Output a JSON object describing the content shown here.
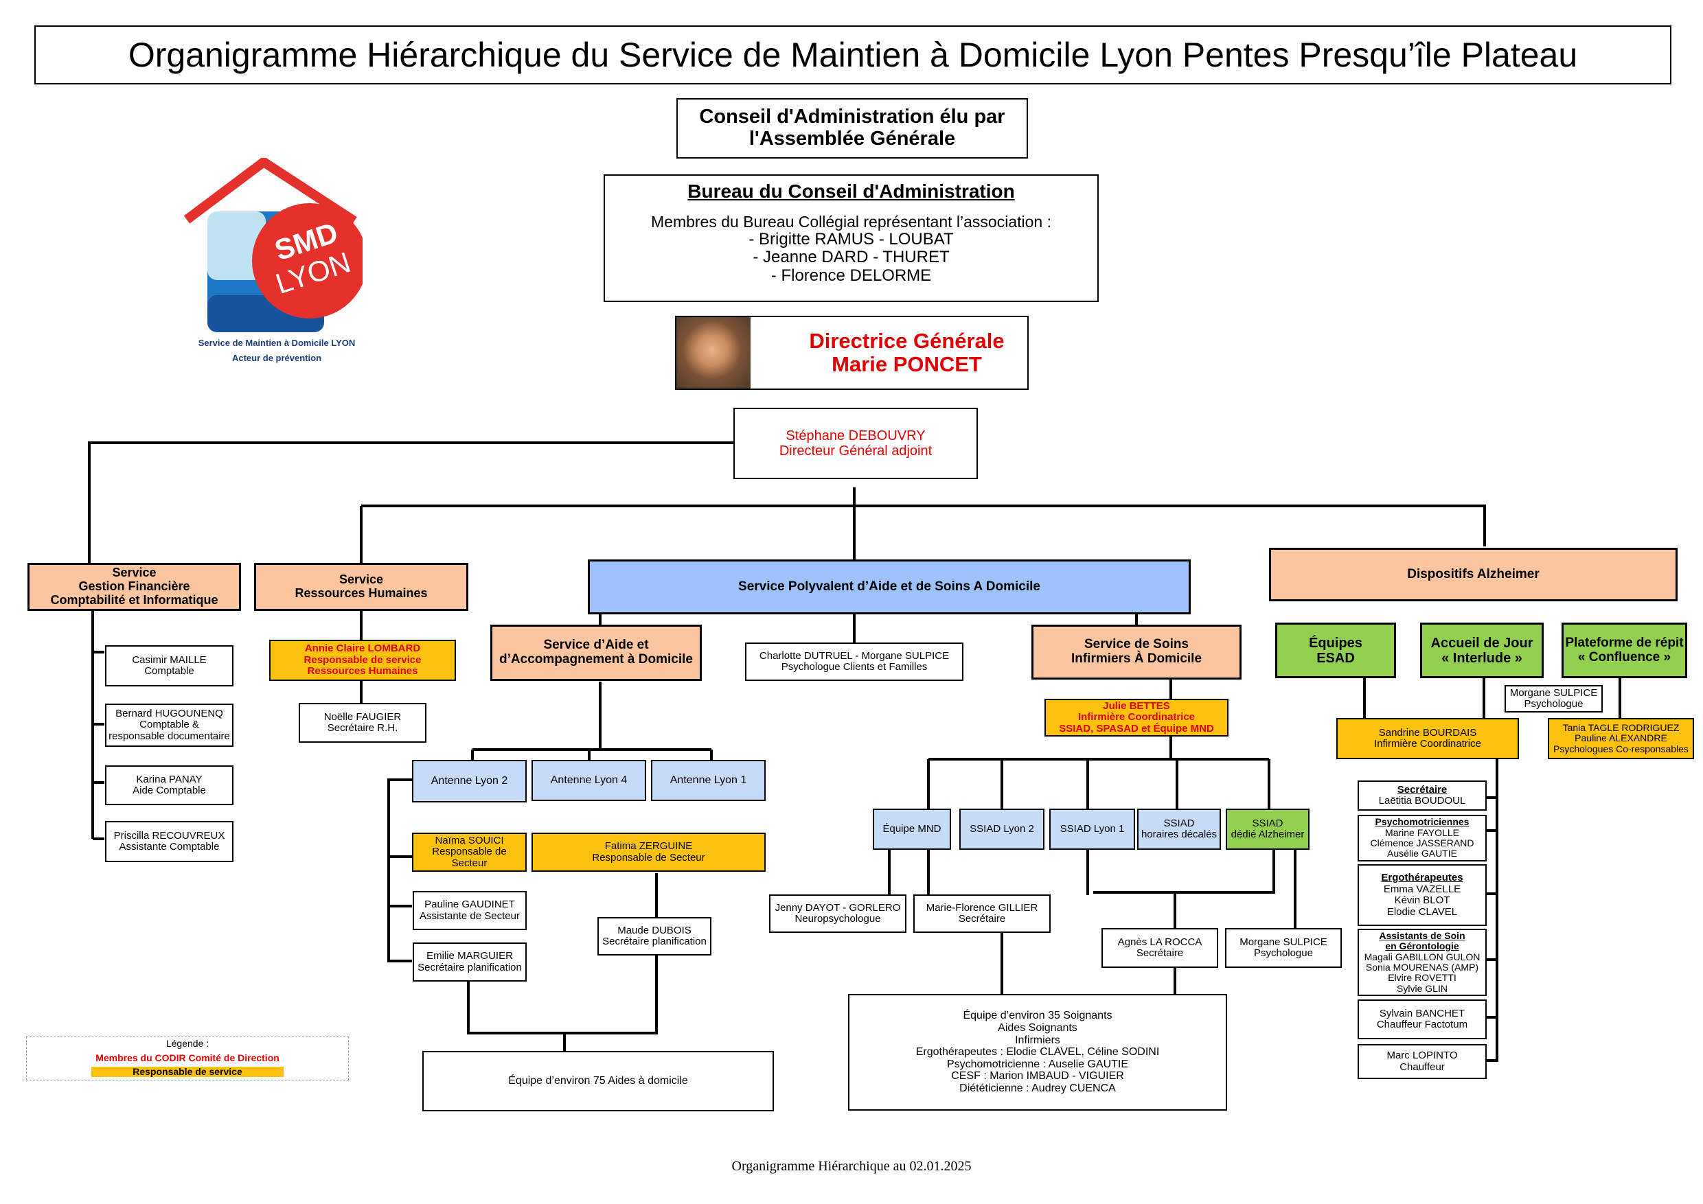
{
  "title": "Organigramme Hiérarchique du Service de Maintien à Domicile Lyon Pentes Presqu’île Plateau",
  "logo": {
    "mark": "SMD",
    "city": "LYON",
    "line1": "Service de Maintien à Domicile LYON",
    "line2": "Acteur de prévention"
  },
  "conseil": {
    "line1": "Conseil d'Administration élu par",
    "line2": "l'Assemblée Générale"
  },
  "bureau": {
    "title": "Bureau du Conseil d'Administration",
    "intro": "Membres du Bureau Collégial représentant l’association :",
    "members": [
      "- Brigitte RAMUS - LOUBAT",
      "- Jeanne DARD - THURET",
      "- Florence DELORME"
    ]
  },
  "dg": {
    "role": "Directrice Générale",
    "name": "Marie PONCET"
  },
  "dga": {
    "name": "Stéphane DEBOUVRY",
    "role": "Directeur Général adjoint"
  },
  "gestion": {
    "title": [
      "Service",
      "Gestion Financière",
      "Comptabilité et Informatique"
    ],
    "staff": [
      [
        "Casimir MAILLE",
        "Comptable"
      ],
      [
        "Bernard HUGOUNENQ",
        "Comptable &",
        "responsable documentaire"
      ],
      [
        "Karina PANAY",
        "Aide Comptable"
      ],
      [
        "Priscilla RECOUVREUX",
        "Assistante Comptable"
      ]
    ]
  },
  "rh": {
    "title": [
      "Service",
      "Ressources Humaines"
    ],
    "head": [
      "Annie Claire LOMBARD",
      "Responsable de service",
      "Ressources Humaines"
    ],
    "staff": [
      "Noëlle FAUGIER",
      "Secrétaire R.H."
    ]
  },
  "spasad": {
    "title": "Service Polyvalent d’Aide et de Soins A Domicile",
    "psy": [
      "Charlotte DUTRUEL - Morgane SULPICE",
      "Psychologue Clients et Familles"
    ]
  },
  "saad": {
    "title": [
      "Service d’Aide et",
      "d’Accompagnement à Domicile"
    ],
    "antennes": [
      "Antenne  Lyon 2",
      "Antenne  Lyon 4",
      "Antenne  Lyon 1"
    ],
    "naima": [
      "Naïma SOUICI",
      "Responsable de Secteur"
    ],
    "fatima": [
      "Fatima ZERGUINE",
      "Responsable de Secteur"
    ],
    "pauline": [
      "Pauline GAUDINET",
      "Assistante de Secteur"
    ],
    "emilie": [
      "Emilie MARGUIER",
      "Secrétaire planification"
    ],
    "maude": [
      "Maude DUBOIS",
      "Secrétaire planification"
    ],
    "equipe": "Équipe d’environ 75 Aides à domicile"
  },
  "ssiad": {
    "title": [
      "Service de Soins",
      "Infirmiers À Domicile"
    ],
    "head": [
      "Julie BETTES",
      "Infirmière Coordinatrice",
      "SSIAD, SPASAD et Équipe MND"
    ],
    "units": [
      [
        "Équipe MND"
      ],
      [
        "SSIAD Lyon 2"
      ],
      [
        "SSIAD Lyon 1"
      ],
      [
        "SSIAD",
        "horaires décalés"
      ],
      [
        "SSIAD",
        "dédié Alzheimer"
      ]
    ],
    "jenny": [
      "Jenny DAYOT - GORLERO",
      "Neuropsychologue"
    ],
    "mf": [
      "Marie-Florence GILLIER",
      "Secrétaire"
    ],
    "agnes": [
      "Agnès LA ROCCA",
      "Secrétaire"
    ],
    "morgane": [
      "Morgane SULPICE",
      "Psychologue"
    ],
    "equipe": [
      "Équipe d’environ 35 Soignants",
      "Aides Soignants",
      "Infirmiers",
      "Ergothérapeutes : Elodie CLAVEL, Céline SODINI",
      "Psychomotricienne : Auselie GAUTIE",
      "CESF : Marion IMBAUD - VIGUIER",
      "Diététicienne : Audrey CUENCA"
    ]
  },
  "alz": {
    "title": "Dispositifs Alzheimer",
    "esad": [
      "Équipes",
      "ESAD"
    ],
    "accueil": [
      "Accueil de Jour",
      "« Interlude »"
    ],
    "plateforme": [
      "Plateforme de répit",
      "« Confluence »"
    ],
    "morgane": [
      "Morgane SULPICE",
      "Psychologue"
    ],
    "sandrine": [
      "Sandrine BOURDAIS",
      "Infirmière Coordinatrice"
    ],
    "tania": [
      "Tania TAGLE RODRIGUEZ",
      "Pauline ALEXANDRE",
      "Psychologues Co-responsables"
    ],
    "staff": [
      {
        "head": "Secrétaire",
        "names": [
          "Laëtitia BOUDOUL"
        ]
      },
      {
        "head": "Psychomotriciennes",
        "names": [
          "Marine FAYOLLE",
          "Clémence JASSERAND",
          "Ausélie GAUTIE"
        ]
      },
      {
        "head": "Ergothérapeutes",
        "names": [
          "Emma VAZELLE",
          "Kévin BLOT",
          "Elodie CLAVEL"
        ]
      },
      {
        "head": "Assistants de Soin",
        "head2": "en Gérontologie",
        "names": [
          "Magali GABILLON GULON",
          "Sonia MOURENAS (AMP)",
          "Elvire ROVETTI",
          "Sylvie GLIN"
        ]
      },
      {
        "head": "",
        "names": [
          "Sylvain BANCHET",
          "Chauffeur Factotum"
        ]
      },
      {
        "head": "",
        "names": [
          "Marc LOPINTO",
          "Chauffeur"
        ]
      }
    ]
  },
  "legend": {
    "title": "Légende :",
    "codir": "Membres du CODIR Comité de Direction",
    "resp": "Responsable de service"
  },
  "footer": "Organigramme Hiérarchique au 02.01.2025",
  "colors": {
    "accent_red": "#e00000",
    "orange": "#fbc59f",
    "blue": "#c6dbf7",
    "green": "#92d050",
    "yellow": "#fdc20f",
    "logo_red": "#e4312b",
    "logo_blue": "#1e78c8"
  }
}
